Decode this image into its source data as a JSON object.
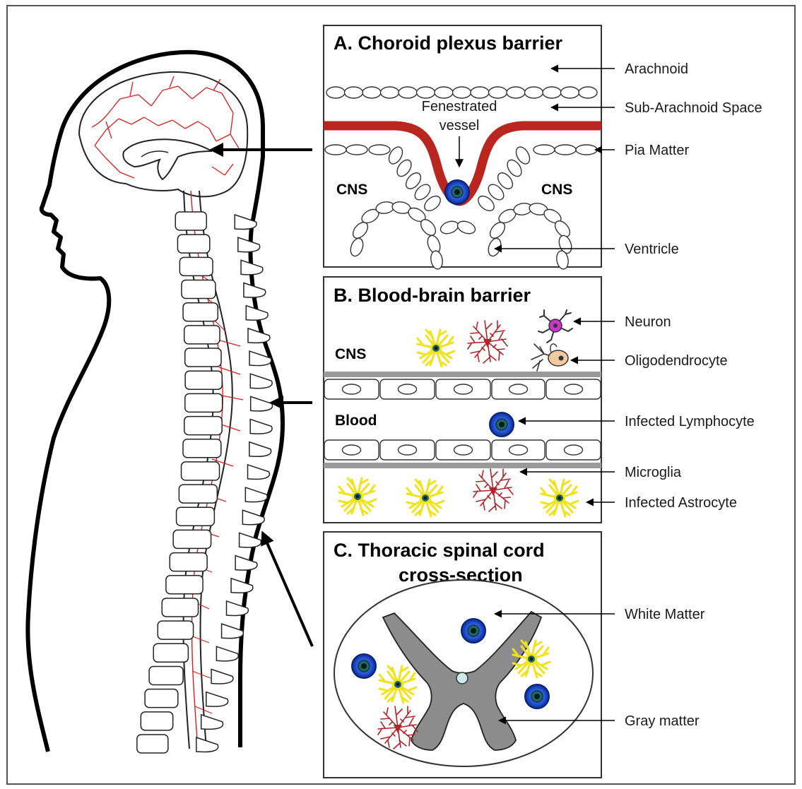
{
  "panels": {
    "a": {
      "title": "A. Choroid plexus barrier",
      "inner_label_line1": "Fenestrated",
      "inner_label_line2": "vessel",
      "cns_left": "CNS",
      "cns_right": "CNS"
    },
    "b": {
      "title": "B. Blood-brain barrier",
      "cns": "CNS",
      "blood": "Blood"
    },
    "c": {
      "title_line1": "C. Thoracic spinal cord",
      "title_line2": "cross-section"
    }
  },
  "labels": {
    "arachnoid": "Arachnoid",
    "subarachnoid": "Sub-Arachnoid Space",
    "pia": "Pia Matter",
    "ventricle": "Ventricle",
    "neuron": "Neuron",
    "oligodendrocyte": "Oligodendrocyte",
    "infected_lymphocyte": "Infected Lymphocyte",
    "microglia": "Microglia",
    "infected_astrocyte": "Infected Astrocyte",
    "white_matter": "White Matter",
    "gray_matter": "Gray matter"
  },
  "colors": {
    "vessel": "#b8261f",
    "lymphocyte": "#1f4fd0",
    "astrocyte": "#f2e21a",
    "microglia": "#b3232a",
    "neuron": "#c936c9",
    "gray_matter": "#8c8c8c",
    "membrane": "#9a9a9a"
  }
}
